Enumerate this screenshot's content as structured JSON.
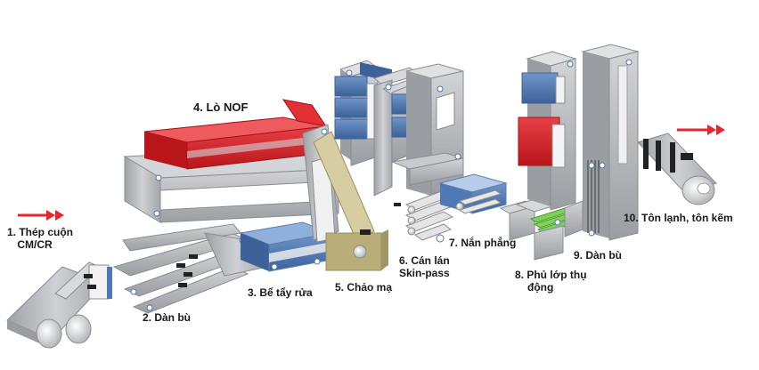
{
  "diagram": {
    "steps": [
      {
        "id": "s1",
        "lines": [
          "1. Thép cuộn",
          "CM/CR"
        ]
      },
      {
        "id": "s2",
        "lines": [
          "2. Dàn bù"
        ]
      },
      {
        "id": "s3",
        "lines": [
          "3. Bể tẩy rửa"
        ]
      },
      {
        "id": "s4",
        "lines": [
          "4. Lò NOF"
        ]
      },
      {
        "id": "s5",
        "lines": [
          "5. Chảo mạ"
        ]
      },
      {
        "id": "s6",
        "lines": [
          "6. Cán lán",
          "Skin-pass"
        ]
      },
      {
        "id": "s7",
        "lines": [
          "7. Nắn phẳng"
        ]
      },
      {
        "id": "s8",
        "lines": [
          "8. Phủ lớp thụ",
          "động"
        ]
      },
      {
        "id": "s9",
        "lines": [
          "9. Dàn bù"
        ]
      },
      {
        "id": "s10",
        "lines": [
          "10. Tôn lạnh, tôn kẽm"
        ]
      }
    ],
    "colors": {
      "frame": "#b9bcc0",
      "frame_dark": "#8f9296",
      "furnace_red": "#d7262a",
      "tank_blue": "#4f79b4",
      "bath_khaki": "#c7bb8a",
      "coat_green": "#7dd058",
      "arrow_red": "#e8242c",
      "roller": "#e6e6e6"
    },
    "icons": [
      "input-arrow-icon",
      "output-arrow-icon"
    ]
  }
}
